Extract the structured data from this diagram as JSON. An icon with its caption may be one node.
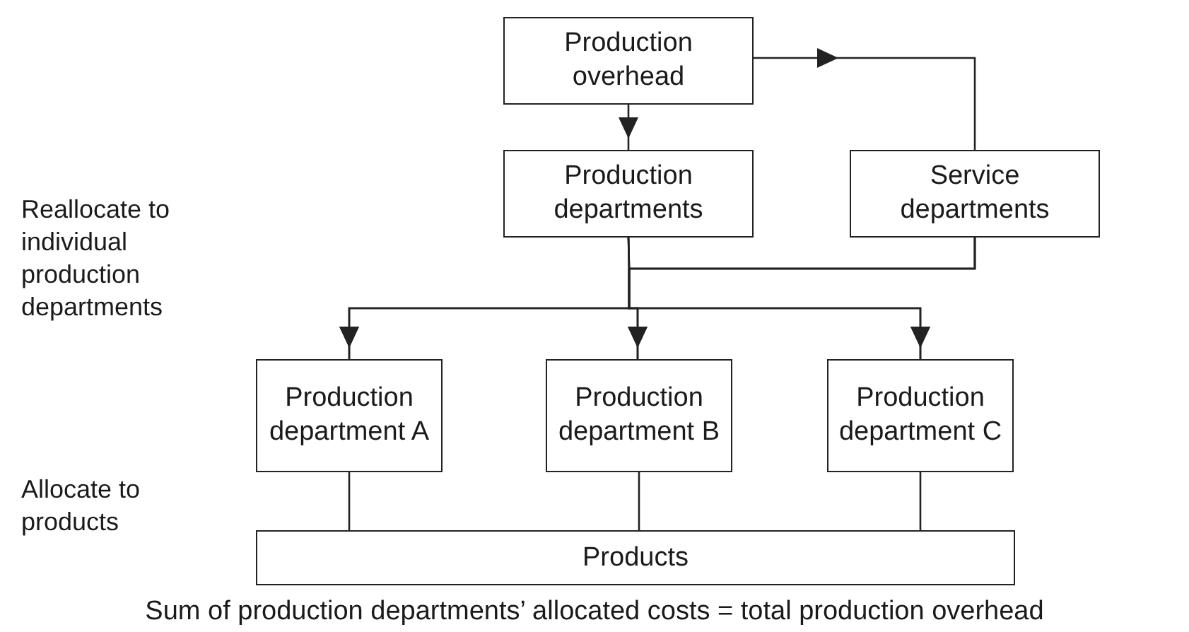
{
  "diagram": {
    "caption": "Sum of production departments’ allocated costs = total production overhead",
    "nodes": [
      {
        "text": [
          "Production overhead"
        ]
      },
      {
        "text": [
          "Production departments"
        ]
      },
      {
        "text": [
          "Service departments"
        ]
      },
      {
        "text": [
          "Production department A"
        ]
      },
      {
        "text": [
          "Production department B"
        ]
      },
      {
        "text": [
          "Production department C"
        ]
      },
      {
        "text": [
          "Products"
        ]
      }
    ],
    "edges": [
      {
        "from": 0,
        "to": 1,
        "arrow": "to"
      },
      {
        "from": 0,
        "to": 2,
        "arrow": "to"
      },
      {
        "from": 1,
        "to": 3,
        "arrow": "to"
      },
      {
        "from": 1,
        "to": 4,
        "arrow": "to"
      },
      {
        "from": 1,
        "to": 5,
        "arrow": "to"
      },
      {
        "from": 2,
        "to": 3,
        "arrow": "to"
      },
      {
        "from": 2,
        "to": 4,
        "arrow": "to"
      },
      {
        "from": 2,
        "to": 5,
        "arrow": "to"
      },
      {
        "from": 3,
        "to": 6,
        "arrow": "none"
      },
      {
        "from": 4,
        "to": 6,
        "arrow": "none"
      },
      {
        "from": 5,
        "to": 6,
        "arrow": "none"
      }
    ],
    "labels": [
      "Reallocate to individual production departments",
      "Allocate to products"
    ]
  }
}
